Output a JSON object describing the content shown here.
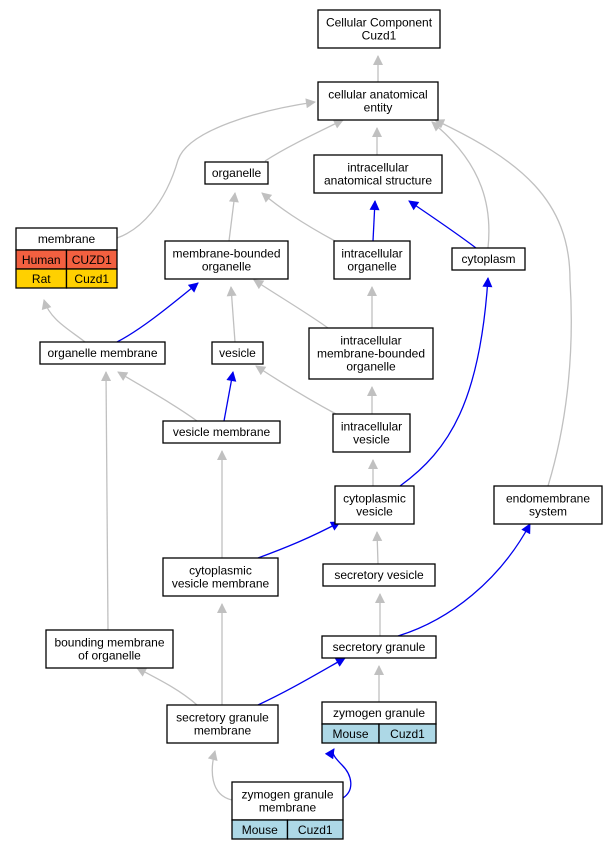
{
  "nodes": {
    "root": [
      "Cellular Component",
      "Cuzd1"
    ],
    "cae": [
      "cellular anatomical",
      "entity"
    ],
    "organelle": [
      "organelle"
    ],
    "ias": [
      "intracellular",
      "anatomical structure"
    ],
    "membrane": [
      "membrane"
    ],
    "mbo": [
      "membrane-bounded",
      "organelle"
    ],
    "io": [
      "intracellular",
      "organelle"
    ],
    "cytoplasm": [
      "cytoplasm"
    ],
    "om": [
      "organelle membrane"
    ],
    "vesicle": [
      "vesicle"
    ],
    "imbo": [
      "intracellular",
      "membrane-bounded",
      "organelle"
    ],
    "vm": [
      "vesicle membrane"
    ],
    "iv": [
      "intracellular",
      "vesicle"
    ],
    "cv": [
      "cytoplasmic",
      "vesicle"
    ],
    "es": [
      "endomembrane",
      "system"
    ],
    "cvm": [
      "cytoplasmic",
      "vesicle membrane"
    ],
    "sv": [
      "secretory vesicle"
    ],
    "bmo": [
      "bounding membrane",
      "of organelle"
    ],
    "sg": [
      "secretory granule"
    ],
    "sgm": [
      "secretory granule",
      "membrane"
    ],
    "zg": [
      "zymogen granule"
    ],
    "zgm": [
      "zymogen granule",
      "membrane"
    ]
  },
  "annotations": {
    "membrane": [
      [
        "Human",
        "CUZD1"
      ],
      [
        "Rat",
        "Cuzd1"
      ]
    ],
    "zg": [
      [
        "Mouse",
        "Cuzd1"
      ]
    ],
    "zgm": [
      [
        "Mouse",
        "Cuzd1"
      ]
    ]
  },
  "colors": {
    "Human": "#f26040",
    "Rat": "#ffd000",
    "Mouse": "#add8e6",
    "is_a_edge": "#c0c0c0",
    "part_of_edge": "#0000ee"
  }
}
